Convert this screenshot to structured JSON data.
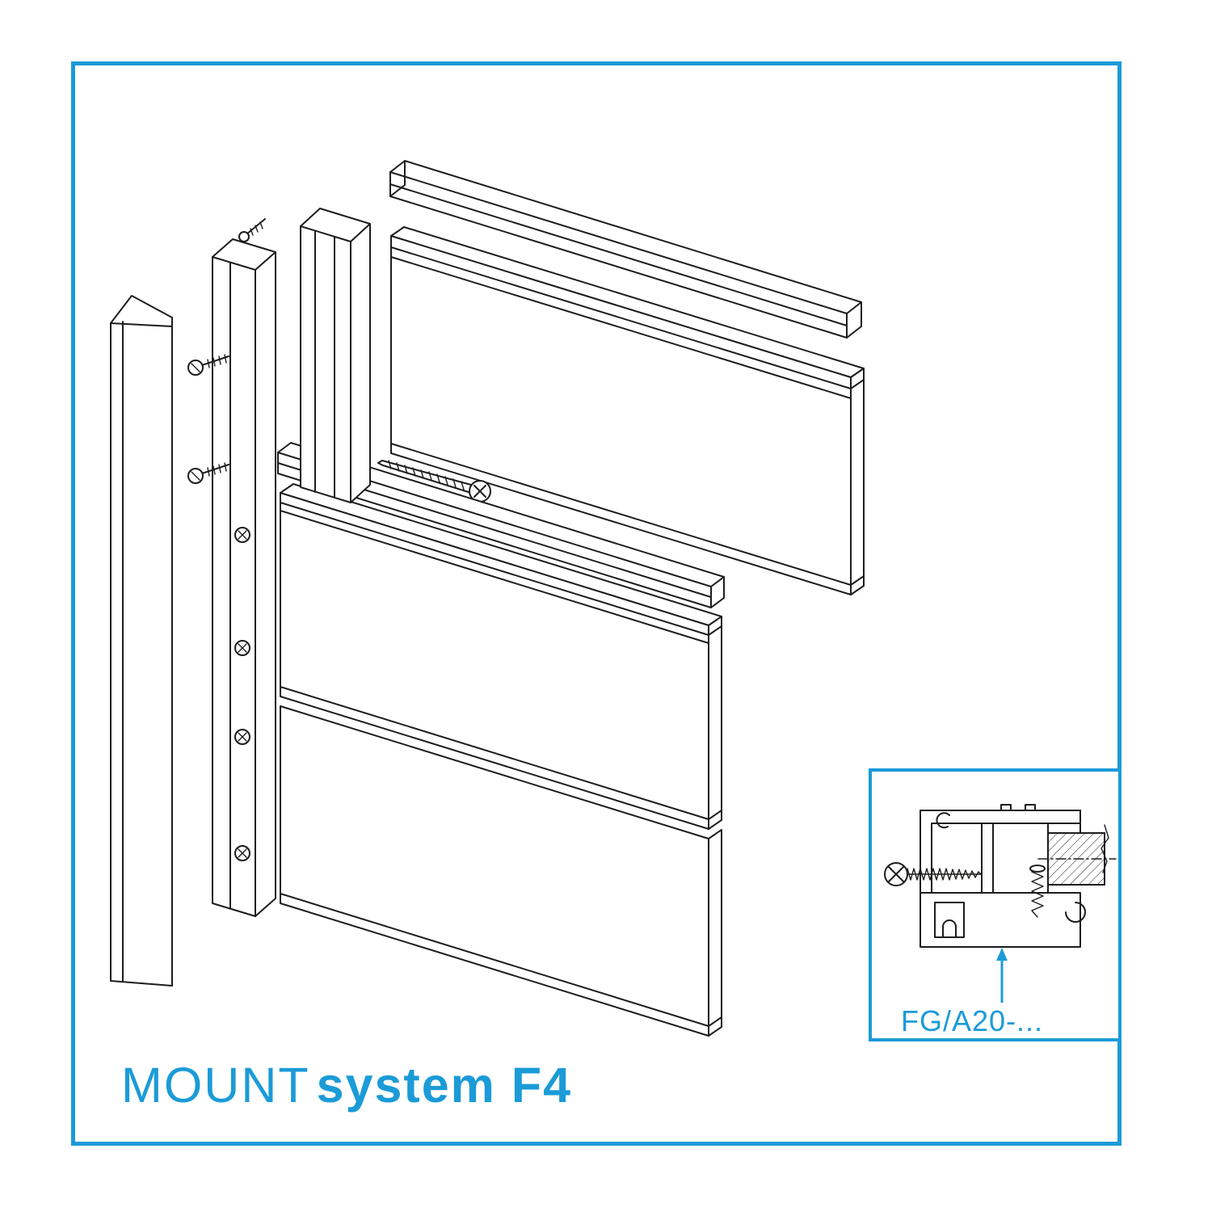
{
  "title": {
    "prefix": "MOUNT",
    "bold": "system F4"
  },
  "inset": {
    "label": "FG/A20-..."
  },
  "colors": {
    "accent": "#1b9bd7",
    "line": "#1d1d1b",
    "background": "#ffffff"
  },
  "diagram": {
    "type": "exploded-isometric-technical-drawing",
    "parts": [
      "wall-channel-profile",
      "mounting-profile-with-screws",
      "fixing-screws",
      "clip-channel-profile",
      "top-rail",
      "top-facade-panel",
      "panel-fixing-screw",
      "intermediate-rail",
      "bottom-facade-panels"
    ],
    "detail_views": [
      "horizontal-screw",
      "top-profile",
      "panel-cross-section",
      "vertical-screw",
      "bottom-profile"
    ]
  }
}
